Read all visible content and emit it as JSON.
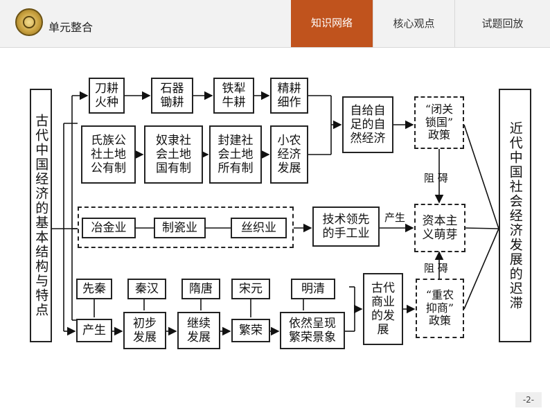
{
  "header": {
    "title": "单元整合",
    "tabs": [
      {
        "label": "知识网络",
        "active": true
      },
      {
        "label": "核心观点",
        "active": false
      },
      {
        "label": "试题回放",
        "active": false
      }
    ]
  },
  "diagram": {
    "left_title": "古代中国经济的基本结构与特点",
    "right_title": "近代中国社会经济发展的迟滞",
    "row1_top": [
      "刀耕\n火种",
      "石器\n锄耕",
      "铁犁\n牛耕",
      "精耕\n细作"
    ],
    "row1_bottom": [
      "氏族公\n社土地\n公有制",
      "奴隶社\n会土地\n国有制",
      "封建社\n会土地\n所有制",
      "小农\n经济\n发展"
    ],
    "row1_result": "自给自\n足的自\n然经济",
    "policy1": "“闭关\n锁国”\n政策",
    "row2_items": [
      "冶金业",
      "制瓷业",
      "丝织业"
    ],
    "row2_result": "技术领先\n的手工业",
    "row2_label": "产生",
    "sprouts": "资本主\n义萌芽",
    "hinder_top": "阻  碍",
    "hinder_bottom": "阻  碍",
    "row3_periods": [
      "先秦",
      "秦汉",
      "隋唐",
      "宋元",
      "明清"
    ],
    "row3_stages": [
      "产生",
      "初步\n发展",
      "继续\n发展",
      "繁荣",
      "依然呈现\n繁荣景象"
    ],
    "row3_result": "古代\n商业\n的发\n展",
    "policy2": "“重农\n抑商”\n政策"
  },
  "footer": {
    "page": "-2-"
  }
}
